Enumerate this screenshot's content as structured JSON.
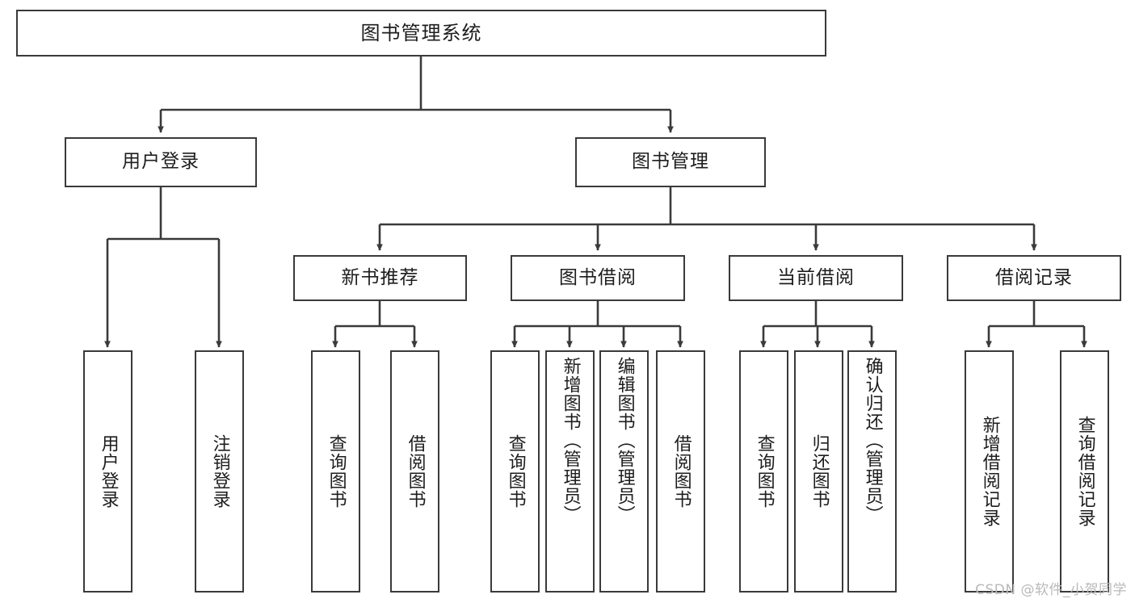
{
  "diagram": {
    "title": "图书管理系统",
    "type": "hierarchy-tree",
    "colors": {
      "box_border": "#3a3a3a",
      "box_fill": "#ffffff",
      "line": "#3a3a3a",
      "text": "#1d1d1d",
      "watermark": "#b9b9b9"
    },
    "root": {
      "label": "图书管理系统"
    },
    "level2": [
      {
        "label": "用户登录"
      },
      {
        "label": "图书管理"
      }
    ],
    "level3": [
      {
        "label": "新书推荐"
      },
      {
        "label": "图书借阅"
      },
      {
        "label": "当前借阅"
      },
      {
        "label": "借阅记录"
      }
    ],
    "leaves": {
      "user_login": [
        {
          "label": "用户登录"
        },
        {
          "label": "注销登录"
        }
      ],
      "new_book_recommend": [
        {
          "label": "查询图书"
        },
        {
          "label": "借阅图书"
        }
      ],
      "book_borrow": [
        {
          "label": "查询图书"
        },
        {
          "label": "新增图书（管理员）"
        },
        {
          "label": "编辑图书（管理员）"
        },
        {
          "label": "借阅图书"
        }
      ],
      "current_borrow": [
        {
          "label": "查询图书"
        },
        {
          "label": "归还图书"
        },
        {
          "label": "确认归还（管理员）"
        }
      ],
      "borrow_record": [
        {
          "label": "新增借阅记录"
        },
        {
          "label": "查询借阅记录"
        }
      ]
    }
  },
  "watermark": {
    "text": "CSDN @软件_小贺同学"
  }
}
